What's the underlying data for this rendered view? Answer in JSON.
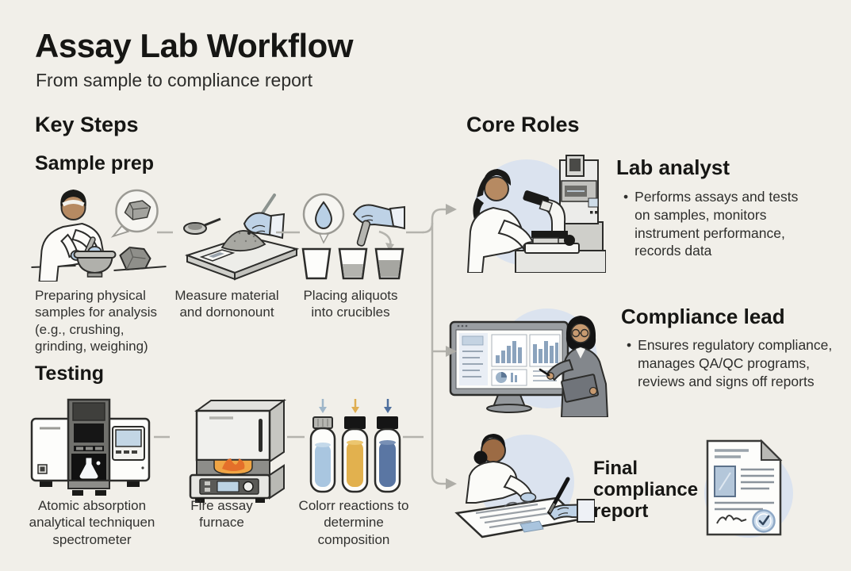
{
  "page": {
    "title": "Assay Lab Workflow",
    "subtitle": "From sample to compliance report",
    "bullet_marker": "•",
    "background_color": "#f1efe9",
    "accent_circle_color": "#dbe3ef",
    "connector_color": "#b4b3ad"
  },
  "key_steps": {
    "heading": "Key Steps",
    "sample_prep": {
      "heading": "Sample prep",
      "steps": [
        {
          "icon": "mortar-pestle-grinding-icon",
          "caption": "Preparing physical samples for analysis (e.g., crushing, grinding, weighing)"
        },
        {
          "icon": "weighing-scale-icon",
          "caption": "Measure material and dornonount"
        },
        {
          "icon": "aliquot-cups-icon",
          "caption": "Placing aliquots into crucibles"
        }
      ]
    },
    "testing": {
      "heading": "Testing",
      "steps": [
        {
          "icon": "atomic-absorption-spectrometer-icon",
          "caption": "Atomic absorption analytical techniquen spectrometer"
        },
        {
          "icon": "fire-assay-furnace-icon",
          "caption": "Fire assay furnace"
        },
        {
          "icon": "reagent-vials-icon",
          "caption": "Colorr reactions to determine composition"
        }
      ]
    }
  },
  "core_roles": {
    "heading": "Core Roles",
    "roles": [
      {
        "title": "Lab analyst",
        "bullet": "Performs assays and tests on samples, monitors instrument performance, records data",
        "icon": "lab-analyst-microscope-icon"
      },
      {
        "title": "Compliance lead",
        "bullet": "Ensures regulatory compliance, manages QA/QC programs, reviews and signs off reports",
        "icon": "compliance-lead-dashboard-icon"
      },
      {
        "title": "Final compliance report",
        "icon": "report-signing-icon",
        "badge_icon": "signed-report-check-icon"
      }
    ],
    "vial_colors": [
      "#a9c6e0",
      "#e2b14e",
      "#5a76a3"
    ]
  }
}
